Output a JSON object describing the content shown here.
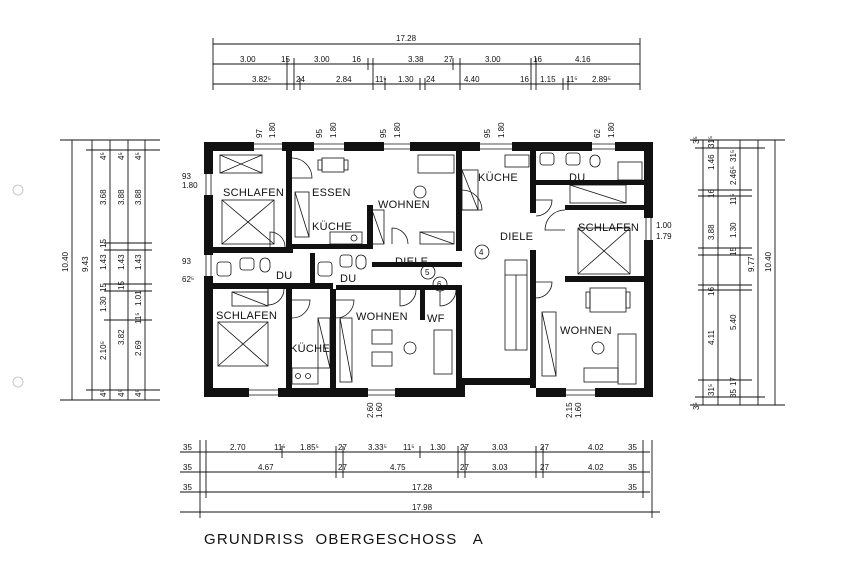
{
  "title": "GRUNDRISS  OBERGESCHOSS   A",
  "rooms": {
    "schlafen_nw": "SCHLAFEN",
    "essen": "ESSEN",
    "wohnen_n": "WOHNEN",
    "kueche_n": "KÜCHE",
    "kueche_ne": "KÜCHE",
    "du_ne": "DU",
    "schlafen_e": "SCHLAFEN",
    "diele_e": "DIELE",
    "du_w": "DU",
    "du_c": "DU",
    "diele_c": "DIELE",
    "schlafen_sw": "SCHLAFEN",
    "kueche_s": "KÜCHE",
    "wohnen_s": "WOHNEN",
    "wf": "WF",
    "wohnen_se": "WOHNEN"
  },
  "circle_numbers": [
    "4",
    "5",
    "6"
  ],
  "top_dims": {
    "total": "17.28",
    "row1": [
      "3.00",
      "15",
      "3.00",
      "16",
      "3.38",
      "27",
      "3.00",
      "16",
      "4.16"
    ],
    "row2": [
      "3.82⁵",
      "24",
      "2.84",
      "11⁵",
      "1.30",
      "24",
      "4.40",
      "16",
      "1.15",
      "11⁵",
      "2.89⁵"
    ]
  },
  "bottom_dims": {
    "row1": [
      "35",
      "2.70",
      "11⁵",
      "1.85⁵",
      "27",
      "3.33⁵",
      "11⁵",
      "1.30",
      "27",
      "3.03",
      "27",
      "4.02",
      "35"
    ],
    "row2": [
      "35",
      "4.67",
      "27",
      "4.75",
      "27",
      "3.03",
      "27",
      "4.02",
      "35"
    ],
    "row3": [
      "35",
      "17.28",
      "35"
    ],
    "total": "17.98"
  },
  "left_dims": {
    "total": "10.40",
    "col2": "9.43",
    "col3": [
      "4⁵",
      "3.68",
      "15",
      "1.43",
      "15",
      "1.30",
      "2.10⁵",
      "4⁵"
    ],
    "col4": [
      "4⁵",
      "3.88",
      "1.43",
      "15",
      "3.82",
      "4⁵"
    ],
    "col5": [
      "4⁵",
      "3.88",
      "1.43",
      "1.01",
      "11⁵",
      "2.69",
      "4⁵"
    ]
  },
  "right_dims": {
    "total": "10.40",
    "col2": "9.77",
    "col3": [
      "31⁵",
      "1.46",
      "16",
      "3.88",
      "16",
      "4.11",
      "31⁵"
    ],
    "col1": [
      "31⁵",
      "2.46⁵",
      "11⁵",
      "1.30",
      "15",
      "5.40",
      "17",
      "35"
    ],
    "col0": [
      "3⁵",
      "3⁵"
    ]
  },
  "window_labels": {
    "top": [
      "97",
      "1.80",
      "95",
      "1.80",
      "95",
      "1.80",
      "95",
      "1.80",
      "62",
      "1.80"
    ],
    "left": [
      "93",
      "1.80",
      "93",
      "62⁵"
    ],
    "right": [
      "1.00",
      "1.79"
    ],
    "bottom": [
      "2.60",
      "1.60",
      "2.15",
      "1.60"
    ]
  }
}
